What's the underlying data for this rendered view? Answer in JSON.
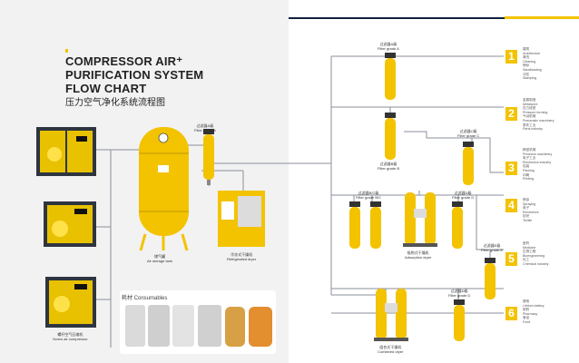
{
  "title": {
    "line1": "COMPRESSOR AIR⁺",
    "line2": "PURIFICATION SYSTEM",
    "line3": "FLOW CHART",
    "cn": "压力空气净化系统流程图"
  },
  "compressor": {
    "cn": "螺杆空气压缩机",
    "en": "Screw air compressor"
  },
  "tank": {
    "cn": "储气罐",
    "en": "Air storage tank"
  },
  "filter_a_tank": {
    "cn": "过滤器A级",
    "en": "Filter grade A"
  },
  "refrigerated_dryer": {
    "cn": "冷冻式干燥机",
    "en": "Refrigerated dryer"
  },
  "filter_a_top": {
    "cn": "过滤器A级",
    "en": "Filter grade A"
  },
  "filter_b": {
    "cn": "过滤器B级",
    "en": "Filter grade B"
  },
  "filter_c": {
    "cn": "过滤器C级",
    "en": "Filter grade C"
  },
  "filter_bc": {
    "cn": "过滤器B/C级",
    "en": "Filter grade B/C"
  },
  "filter_d_row4": {
    "cn": "过滤器D级",
    "en": "Filter grade D"
  },
  "adsorption_dryer": {
    "cn": "吸附式干燥机",
    "en": "Adsorption dryer"
  },
  "filter_e": {
    "cn": "过滤器E级",
    "en": "Filter grade E"
  },
  "filter_d_row6": {
    "cn": "过滤器D级",
    "en": "Filter grade D"
  },
  "combined_dryer": {
    "cn": "组合式干燥机",
    "en": "Combined dryer"
  },
  "consumables": {
    "title": "耗材 Consumables"
  },
  "apps": [
    {
      "num": "1",
      "lines": [
        "建筑",
        "Architecture",
        "清洗",
        "Cleaning",
        "喷砂",
        "Sandblasting",
        "冲压",
        "Stamping"
      ]
    },
    {
      "num": "2",
      "lines": [
        "金属制造",
        "Metalwork",
        "压力成型",
        "Pressure forming",
        "气动机械",
        "Pneumatic machinery",
        "零件工业",
        "Parts industry"
      ]
    },
    {
      "num": "3",
      "lines": [
        "精密机械",
        "Precision machinery",
        "电子工业",
        "Electronics industry",
        "包装",
        "Packing",
        "印刷",
        "Printing"
      ]
    },
    {
      "num": "4",
      "lines": [
        "喷涂",
        "Spraying",
        "电子",
        "Electronics",
        "纺织",
        "Textile"
      ]
    },
    {
      "num": "5",
      "lines": [
        "医药",
        "Medicine",
        "生物工程",
        "Bioengineering",
        "化工",
        "Chemical industry"
      ]
    },
    {
      "num": "6",
      "lines": [
        "锂电",
        "Lithium battery",
        "制药",
        "Pharmacy",
        "食品",
        "Food"
      ]
    }
  ]
}
